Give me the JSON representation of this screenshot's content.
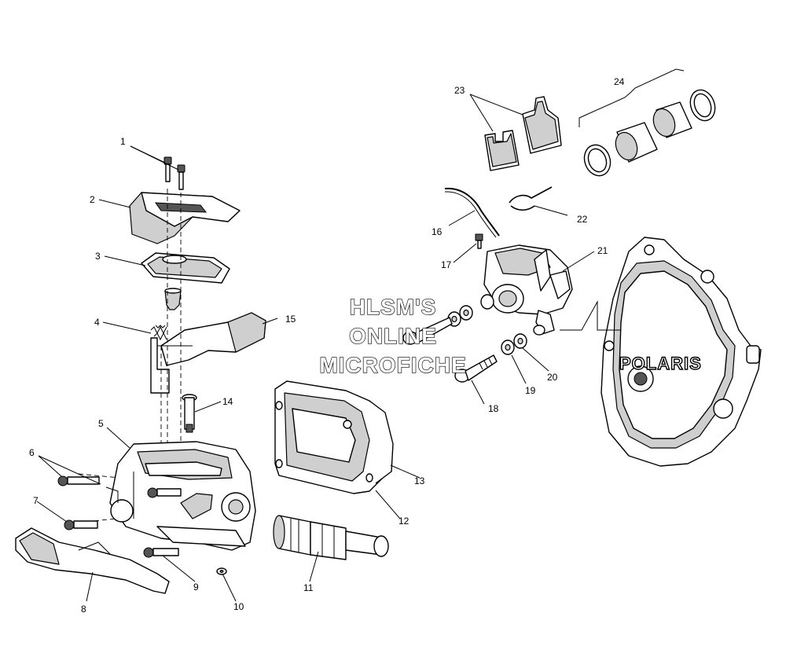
{
  "callouts": {
    "c1": "1",
    "c2": "2",
    "c3": "3",
    "c4": "4",
    "c5": "5",
    "c6": "6",
    "c7": "7",
    "c8": "8",
    "c9": "9",
    "c10": "10",
    "c11": "11",
    "c12": "12",
    "c13": "13",
    "c14": "14",
    "c15": "15",
    "c16": "16",
    "c17": "17",
    "c18": "18",
    "c19": "19",
    "c20": "20",
    "c21": "21",
    "c22": "22",
    "c23": "23",
    "c24": "24"
  },
  "watermark": {
    "line1": "HLSM'S",
    "line2": "ONLINE",
    "line3": "MICROFICHE"
  },
  "cover_brand": "POLARIS"
}
